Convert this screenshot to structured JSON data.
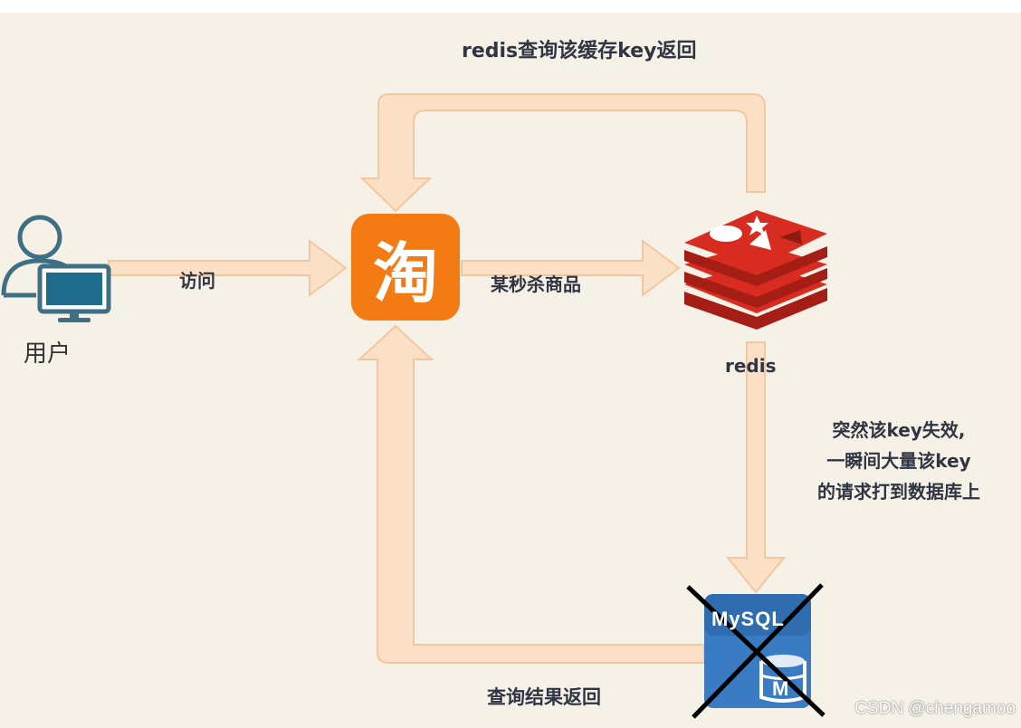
{
  "diagram": {
    "labels": {
      "redis_return": "redis查询该缓存key返回",
      "visit": "访问",
      "seckill_product": "某秒杀商品",
      "redis": "redis",
      "query_return": "查询结果返回",
      "user": "用户"
    },
    "note_lines": [
      "突然该key失效,",
      "一瞬间大量该key",
      "的请求打到数据库上"
    ],
    "taobao_logo_char": "淘",
    "mysql_logo_text": "MySQL",
    "mysql_logo_letter": "M",
    "watermark": "CSDN @chengamoo",
    "colors": {
      "background": "#f6f1e6",
      "arrow_fill": "#fbe0c6",
      "arrow_stroke": "#f2c7a0",
      "taobao": "#f47a14",
      "redis": "#d82c20",
      "mysql": "#3a7cc4",
      "user_icon": "#3f6f82",
      "cross": "#000000"
    },
    "icons": [
      "user-computer-icon",
      "taobao-logo-icon",
      "redis-logo-icon",
      "mysql-logo-icon",
      "cross-icon"
    ]
  }
}
